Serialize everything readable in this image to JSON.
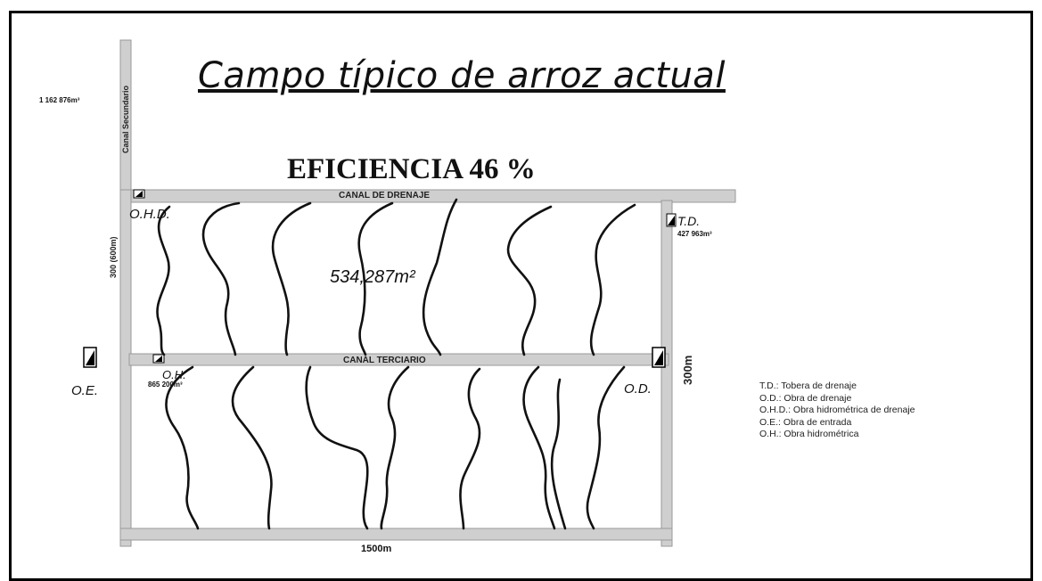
{
  "title": "Campo típico de arroz actual",
  "efficiency": "EFICIENCIA 46 %",
  "area_field": "534,287m²",
  "volume_left": "1 162 876m³",
  "canal_secundario": "Canal Secundario",
  "dim_left_vertical": "300 (600m)",
  "canal_drenaje": "CANAL DE DRENAJE",
  "canal_terciario": "CANAL TERCIARIO",
  "labels": {
    "ohd": "O.H.D.",
    "td": "T.D.",
    "td_volume": "427 963m³",
    "oh": "O.H.",
    "oh_volume": "865 200m³",
    "oe": "O.E.",
    "od": "O.D.",
    "dim_right": "300m",
    "dim_bottom": "1500m"
  },
  "legend": [
    "T.D.: Tobera de drenaje",
    "O.D.: Obra de drenaje",
    "O.H.D.: Obra hidrométrica de drenaje",
    "O.E.: Obra de entrada",
    "O.H.: Obra hidrométrica"
  ]
}
